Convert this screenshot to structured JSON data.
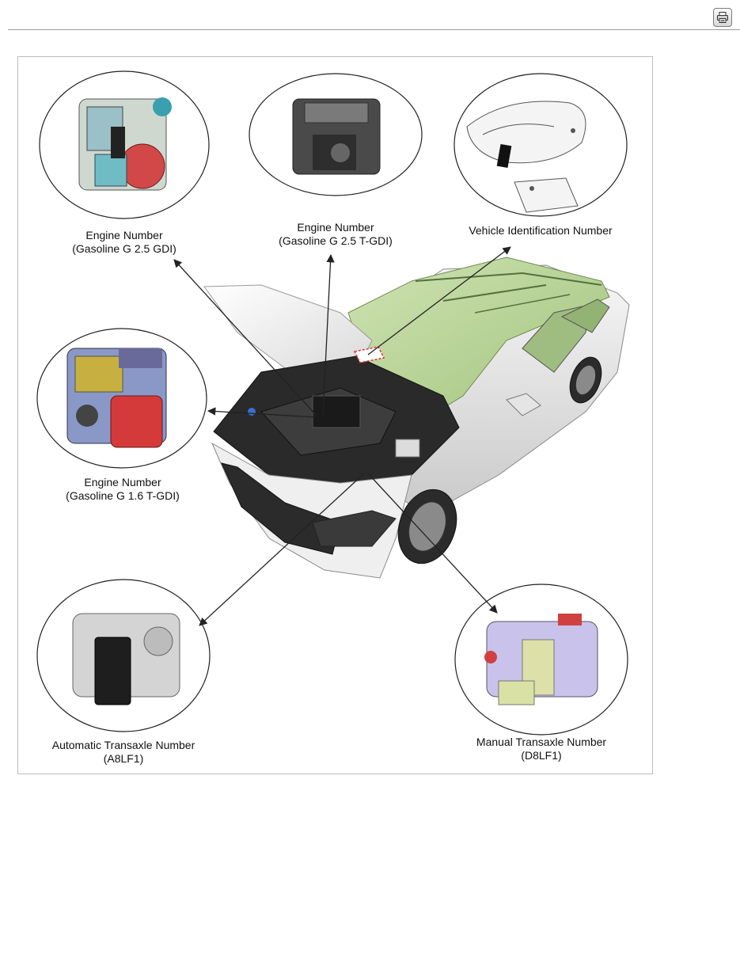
{
  "toolbar": {
    "print_icon": "printer-icon"
  },
  "figure": {
    "labels": {
      "engine_g25_gdi": {
        "line1": "Engine Number",
        "line2": "(Gasoline G 2.5 GDI)"
      },
      "engine_g25_tgdi": {
        "line1": "Engine Number",
        "line2": "(Gasoline G 2.5 T-GDI)"
      },
      "vin": {
        "line1": "Vehicle Identification Number"
      },
      "engine_g16_tgdi": {
        "line1": "Engine Number",
        "line2": "(Gasoline G 1.6 T-GDI)"
      },
      "auto_transaxle": {
        "line1": "Automatic Transaxle Number",
        "line2": "(A8LF1)"
      },
      "manual_transaxle": {
        "line1": "Manual Transaxle Number",
        "line2": "(D8LF1)"
      }
    },
    "colors": {
      "windshield_highlight": "#b9d39a",
      "car_body": "#e6e6e6",
      "vin_marker": "#e03030",
      "arrow": "#222222"
    }
  }
}
